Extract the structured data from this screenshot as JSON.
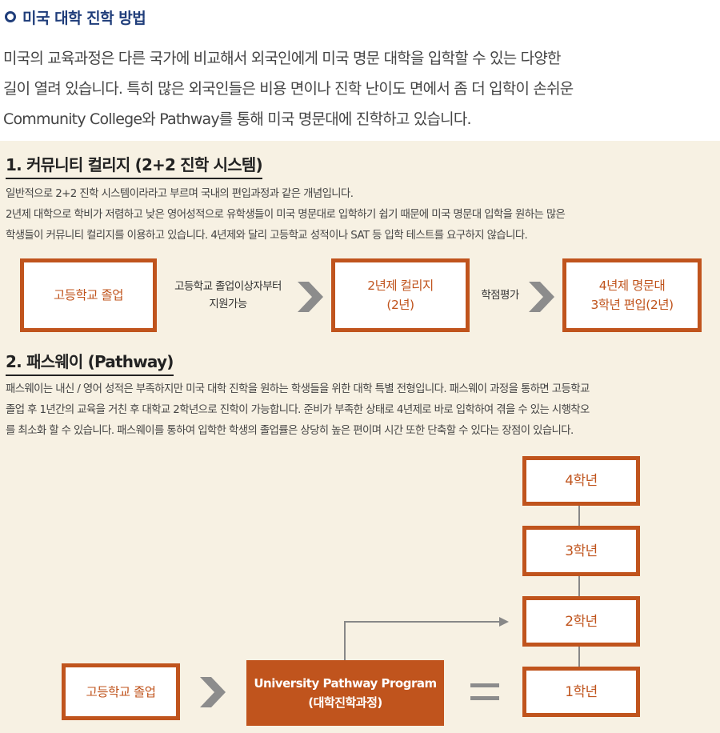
{
  "title": "미국 대학 진학 방법",
  "intro_lines": [
    "미국의 교육과정은 다른 국가에 비교해서 외국인에게 미국 명문 대학을 입학할 수 있는 다양한",
    "길이 열려 있습니다. 특히 많은 외국인들은 비용 면이나 진학 난이도 면에서 좀 더 입학이 손쉬운",
    "Community College와 Pathway를 통해 미국 명문대에 진학하고 있습니다."
  ],
  "section1": {
    "heading": "1. 커뮤니티 컬리지 (2+2 진학 시스템)",
    "lines": [
      "일반적으로 2+2 진학 시스템이라라고 부르며 국내의 편입과정과 같은 개념입니다.",
      "2년제 대학으로 학비가 저렴하고 낮은 영어성적으로 유학생들이 미국 명문대로 입학하기 쉽기 때문에 미국 명문대 입학을 원하는 많은",
      "학생들이 커뮤니티 컬리지를 이용하고 있습니다. 4년제와 달리 고등학교 성적이나 SAT 등 입학 테스트를 요구하지 않습니다."
    ],
    "flow": {
      "step1": "고등학교 졸업",
      "label1_line1": "고등학교 졸업이상자부터",
      "label1_line2": "지원가능",
      "step2_line1": "2년제 컬리지",
      "step2_line2": "(2년)",
      "label2": "학점평가",
      "step3_line1": "4년제 명문대",
      "step3_line2": "3학년 편입(2년)"
    }
  },
  "section2": {
    "heading": "2. 패스웨이 (Pathway)",
    "lines": [
      "패스웨이는 내신 / 영어 성적은 부족하지만 미국 대학 진학을 원하는 학생들을 위한 대학 특별 전형입니다. 패스웨이 과정을 통하면 고등학교",
      "졸업 후 1년간의 교육을 거친 후 대학교 2학년으로 진학이 가능합니다. 준비가 부족한 상태로 4년제로 바로 입학하여 겪을 수 있는 시행착오",
      "를 최소화 할 수 있습니다. 패스웨이를 통하여 입학한 학생의 졸업률은 상당히 높은 편이며 시간 또한 단축할 수 있다는 장점이 있습니다."
    ],
    "diagram": {
      "grade4": "4학년",
      "grade3": "3학년",
      "grade2": "2학년",
      "grade1": "1학년",
      "start": "고등학교 졸업",
      "program_line1": "University Pathway Program",
      "program_line2": "(대학진학과정)"
    }
  },
  "colors": {
    "accent": "#c0541d",
    "title": "#1f3d7a",
    "panel_bg": "#f7f1e3",
    "chevron": "#8c8c8c"
  }
}
